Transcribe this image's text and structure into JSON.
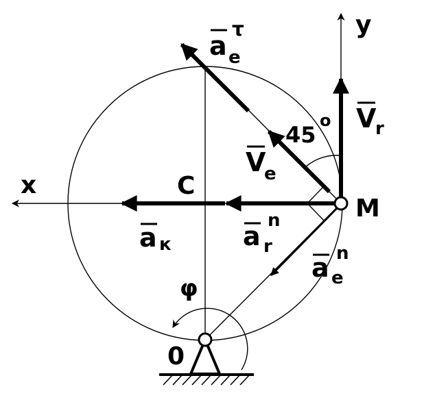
{
  "labels": {
    "x_axis": "x",
    "y_axis": "y",
    "center": "C",
    "point_m": "M",
    "origin": "0",
    "angle": "45",
    "degree": "o",
    "phi": "φ",
    "a_e_tau": {
      "main": "a",
      "sub": "e",
      "sup": "τ"
    },
    "v_r": {
      "main": "V",
      "sub": "r"
    },
    "v_e": {
      "main": "V",
      "sub": "e"
    },
    "a_k": {
      "main": "a",
      "sub": "к"
    },
    "a_r_n": {
      "main": "a",
      "sub": "r",
      "sup": "n"
    },
    "a_e_n": {
      "main": "a",
      "sub": "e",
      "sup": "n"
    }
  }
}
